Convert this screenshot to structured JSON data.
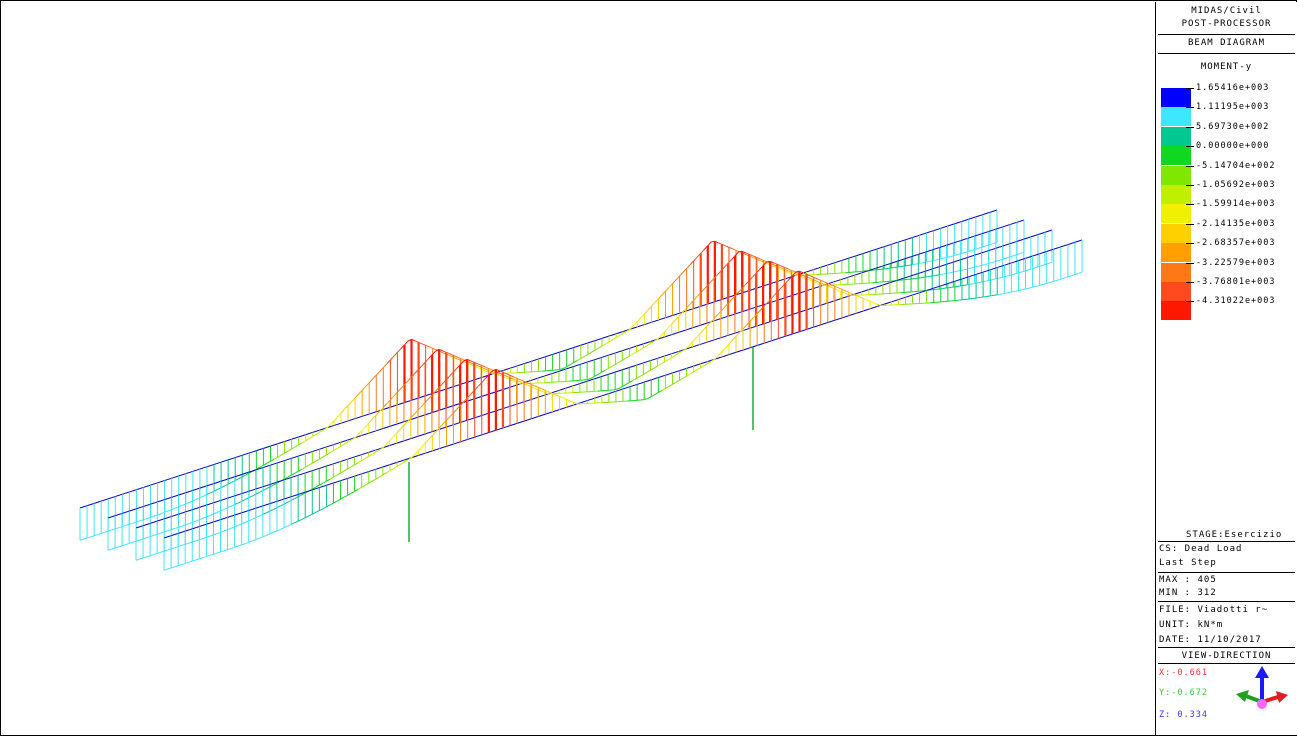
{
  "header": {
    "app": "MIDAS/Civil",
    "module": "POST-PROCESSOR",
    "diagram": "BEAM DIAGRAM",
    "component": "MOMENT-y"
  },
  "legend": {
    "values": [
      "1.65416e+003",
      "1.11195e+003",
      "5.69730e+002",
      "0.00000e+000",
      "-5.14704e+002",
      "-1.05692e+003",
      "-1.59914e+003",
      "-2.14135e+003",
      "-2.68357e+003",
      "-3.22579e+003",
      "-3.76801e+003",
      "-4.31022e+003"
    ],
    "colors": [
      "#0000ff",
      "#3fe6ff",
      "#00c890",
      "#10d820",
      "#80e800",
      "#c0f000",
      "#f0f000",
      "#ffd000",
      "#ffa000",
      "#ff7818",
      "#ff4a20",
      "#ff1800"
    ]
  },
  "info": {
    "stage": "STAGE:Esercizio",
    "cs": "CS: Dead Load",
    "step": "Last Step",
    "max": "MAX : 405",
    "min": "MIN : 312",
    "file": "FILE: Viadotti r~",
    "unit": "UNIT: kN*m",
    "date": "DATE: 11/10/2017",
    "view_direction": "VIEW-DIRECTION",
    "x": "X:-0.661",
    "y": "Y:-0.672",
    "z": "Z: 0.334"
  },
  "axis_colors": {
    "x": "#ff3333",
    "y": "#33cc33",
    "z": "#3333ff"
  },
  "icons": [
    "view-triad-icon"
  ]
}
